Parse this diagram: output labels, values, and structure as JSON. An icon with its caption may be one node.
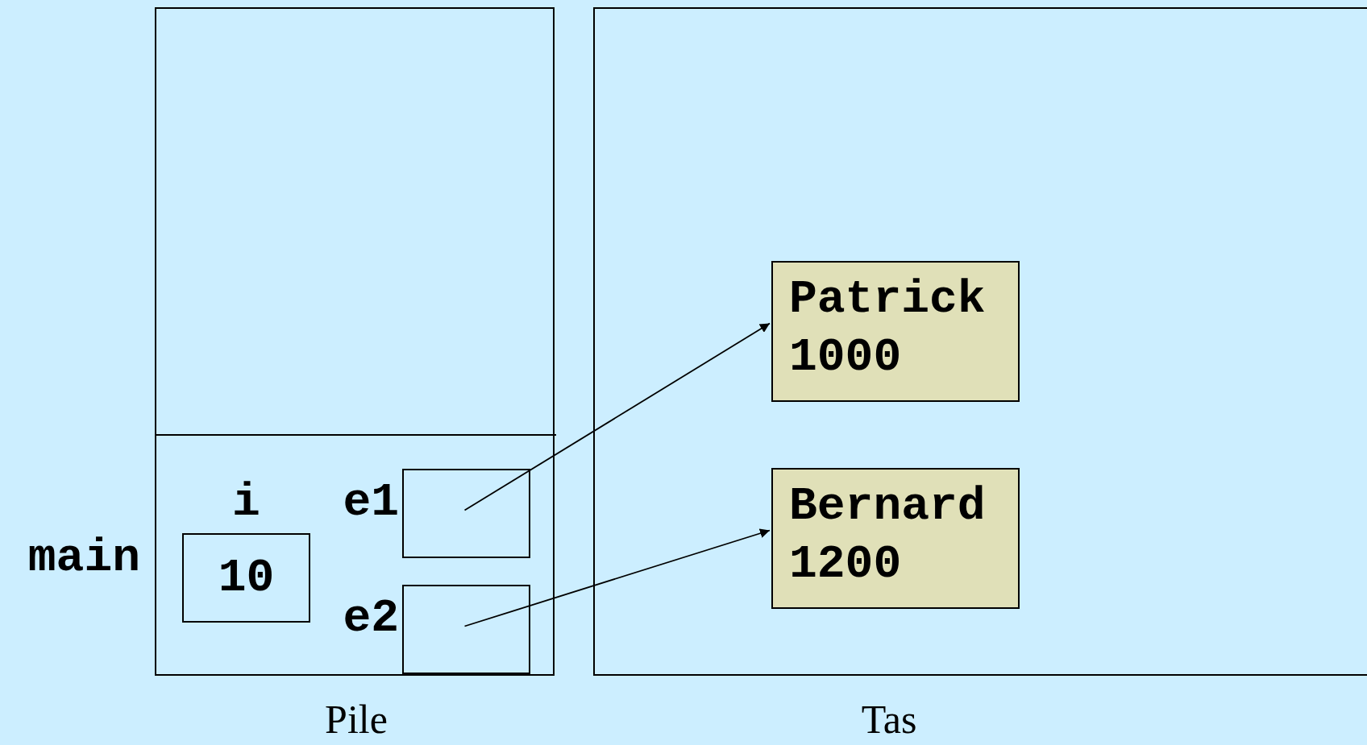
{
  "diagram": {
    "nodes": [
      {
        "text": [
          "Pile"
        ]
      },
      {
        "text": [
          "main"
        ],
        "in": 0
      },
      {
        "text": [
          "i",
          "10"
        ],
        "in": 1
      },
      {
        "text": [
          "e1"
        ],
        "in": 1
      },
      {
        "text": [
          "e2"
        ],
        "in": 1
      },
      {
        "text": [
          "Tas"
        ]
      },
      {
        "text": [
          "Patrick",
          "1000"
        ],
        "in": 5
      },
      {
        "text": [
          "Bernard",
          "1200"
        ],
        "in": 5
      }
    ],
    "edges": [
      {
        "from": 3,
        "to": 6,
        "arrow": "to"
      },
      {
        "from": 4,
        "to": 7,
        "arrow": "to"
      }
    ]
  }
}
